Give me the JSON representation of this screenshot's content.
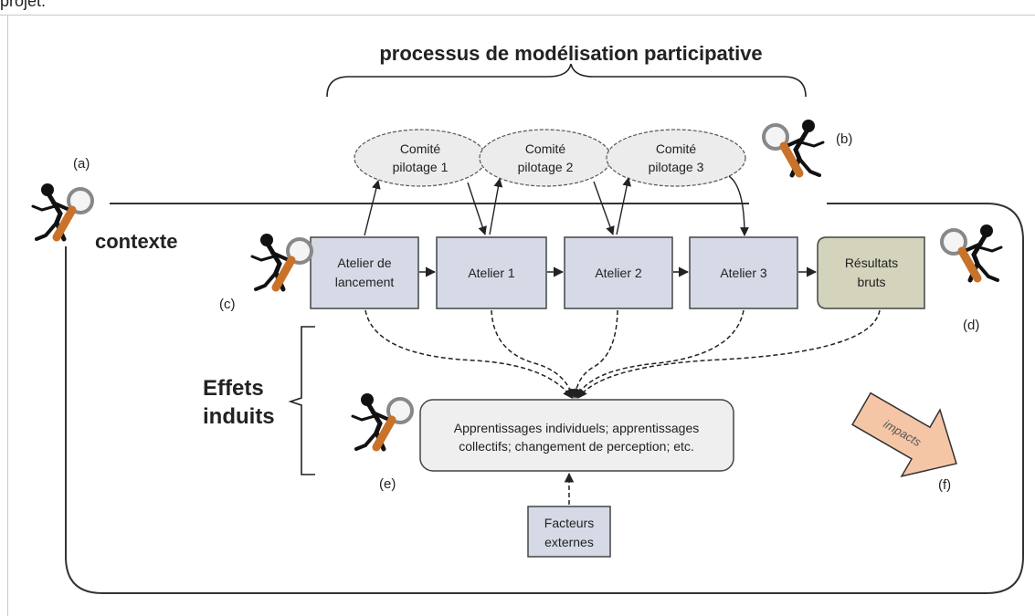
{
  "page": {
    "top_cut_text": "projet."
  },
  "diagram": {
    "title": "processus de modélisation participative",
    "context_label": "contexte",
    "effects_label_line1": "Effets",
    "effects_label_line2": "induits",
    "committees": [
      {
        "line1": "Comité",
        "line2": "pilotage 1"
      },
      {
        "line1": "Comité",
        "line2": "pilotage 2"
      },
      {
        "line1": "Comité",
        "line2": "pilotage 3"
      }
    ],
    "workshops": [
      {
        "line1": "Atelier de",
        "line2": "lancement"
      },
      {
        "line1": "Atelier 1",
        "line2": ""
      },
      {
        "line1": "Atelier 2",
        "line2": ""
      },
      {
        "line1": "Atelier 3",
        "line2": ""
      }
    ],
    "results": {
      "line1": "Résultats",
      "line2": "bruts"
    },
    "effects_box": {
      "line1": "Apprentissages individuels; apprentissages",
      "line2": "collectifs; changement de perception; etc."
    },
    "external": {
      "line1": "Facteurs",
      "line2": "externes"
    },
    "impacts_label": "impacts",
    "markers": {
      "a": "(a)",
      "b": "(b)",
      "c": "(c)",
      "d": "(d)",
      "e": "(e)",
      "f": "(f)"
    },
    "colors": {
      "workshop_fill": "#d5dae6",
      "results_fill": "#d4d3bb",
      "committee_fill": "#ececec",
      "effects_fill": "#efefef",
      "impacts_fill": "#f5c6a6",
      "magnifier_handle": "#c9722a"
    }
  }
}
